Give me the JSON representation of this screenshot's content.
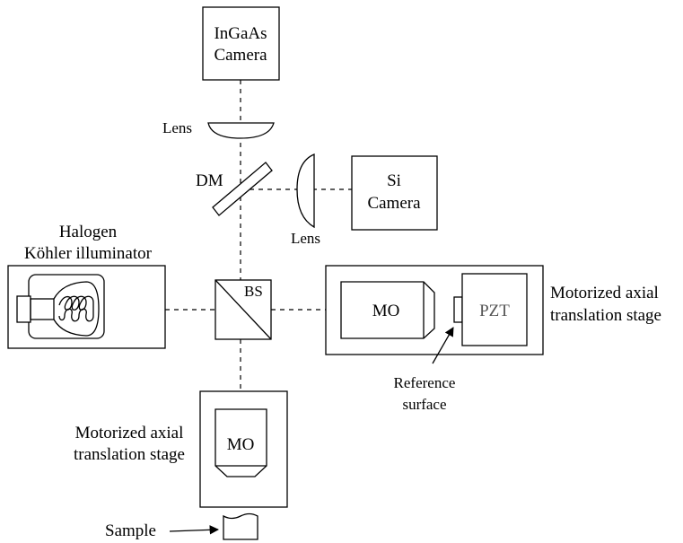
{
  "labels": {
    "ingaas_camera_line1": "InGaAs",
    "ingaas_camera_line2": "Camera",
    "lens_top": "Lens",
    "dm": "DM",
    "si_camera_line1": "Si",
    "si_camera_line2": "Camera",
    "lens_right": "Lens",
    "halogen_line1": "Halogen",
    "halogen_line2": "Köhler illuminator",
    "bs": "BS",
    "mo_right": "MO",
    "pzt": "PZT",
    "stage_right_line1": "Motorized axial",
    "stage_right_line2": "translation stage",
    "reference_line1": "Reference",
    "reference_line2": "surface",
    "stage_left_line1": "Motorized axial",
    "stage_left_line2": "translation stage",
    "mo_bottom": "MO",
    "sample": "Sample"
  }
}
